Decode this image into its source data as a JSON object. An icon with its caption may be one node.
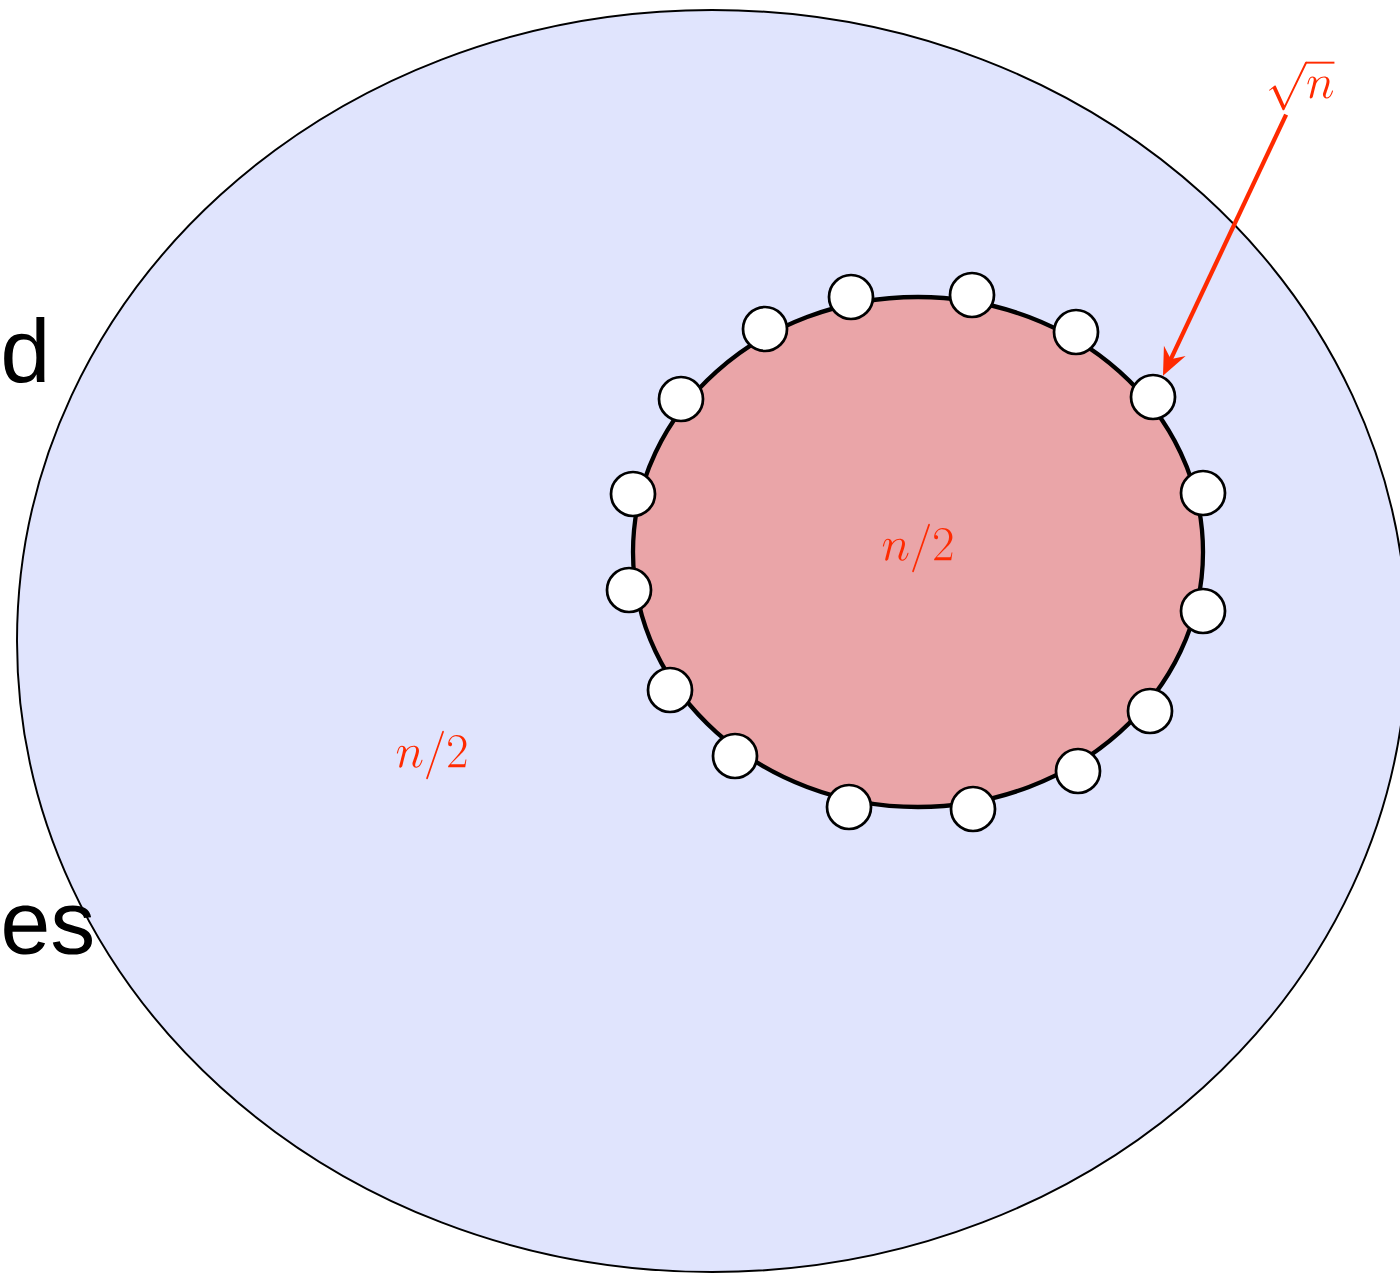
{
  "diagram": {
    "nodes": [
      {
        "text": [
          "n/2"
        ]
      },
      {
        "text": [
          "n/2"
        ],
        "in": 0
      },
      {
        "text": [],
        "shape": "circle",
        "in": 0
      },
      {
        "text": [],
        "shape": "circle",
        "in": 0
      },
      {
        "text": [],
        "shape": "circle",
        "in": 0
      },
      {
        "text": [],
        "shape": "circle",
        "in": 0
      },
      {
        "text": [],
        "shape": "circle",
        "in": 0
      },
      {
        "text": [],
        "shape": "circle",
        "in": 0
      },
      {
        "text": [],
        "shape": "circle",
        "in": 0
      },
      {
        "text": [],
        "shape": "circle",
        "in": 0
      },
      {
        "text": [],
        "shape": "circle",
        "in": 0
      },
      {
        "text": [],
        "shape": "circle",
        "in": 0
      },
      {
        "text": [],
        "shape": "circle",
        "in": 0
      },
      {
        "text": [],
        "shape": "circle",
        "in": 0
      },
      {
        "text": [],
        "shape": "circle",
        "in": 0
      },
      {
        "text": [],
        "shape": "circle",
        "in": 0
      },
      {
        "text": [],
        "shape": "circle",
        "in": 0
      },
      {
        "text": [],
        "shape": "circle",
        "in": 0
      },
      {
        "text": [
          "\\sqrt{n}"
        ]
      }
    ],
    "edges": [
      {
        "from": 18,
        "to": 7,
        "arrow": "to",
        "color": "#ff2a00"
      }
    ],
    "labels": [
      "d",
      "es"
    ]
  }
}
